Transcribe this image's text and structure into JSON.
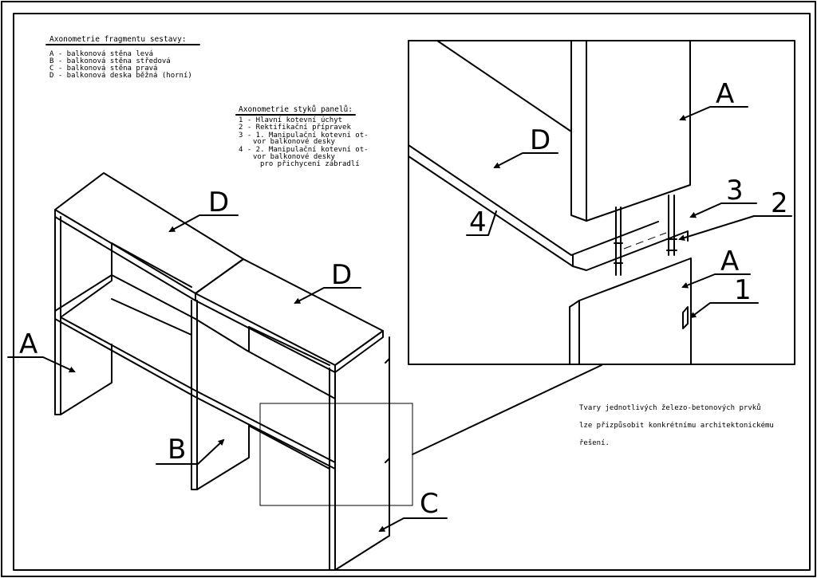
{
  "legend_fragment": {
    "title": "Axonometrie fragmentu sestavy:",
    "items": [
      "A - balkonová stěna levá",
      "B - balkonová stěna středová",
      "C - balkonová stěna pravá",
      "D - balkonová deska běžná (horní)"
    ]
  },
  "legend_joints": {
    "title": "Axonometrie styků panelů:",
    "items": [
      "1 - Hlavní kotevní úchyt",
      "2 - Rektifikační přípravek",
      "3 - 1. Manipulační kotevní ot-",
      "vor balkonové desky",
      "4 - 2. Manipulační kotevní ot-",
      "vor balkonové desky",
      "pro přichycení zábradlí"
    ]
  },
  "main_labels": {
    "a": "A",
    "b": "B",
    "c": "C",
    "d1": "D",
    "d2": "D"
  },
  "detail_labels": {
    "a_top": "A",
    "a_bottom": "A",
    "d": "D",
    "n1": "1",
    "n2": "2",
    "n3": "3",
    "n4": "4"
  },
  "note": [
    "Tvary jednotlivých železo-betonových prvků",
    "lze přizpůsobit konkrétnímu architektonickému",
    "řešení."
  ],
  "colors": {
    "ink": "#000000",
    "paper": "#ffffff"
  }
}
